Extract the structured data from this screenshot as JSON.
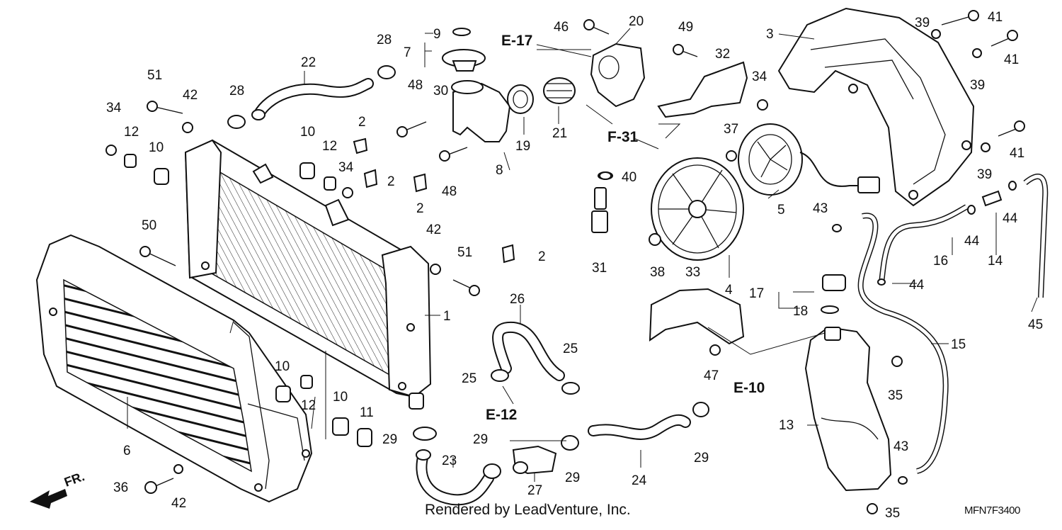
{
  "credit": "Rendered by LeadVenture, Inc.",
  "drawing_code": "MFN7F3400",
  "front_label": "FR.",
  "refs": {
    "e17": "E-17",
    "f31": "F-31",
    "e12": "E-12",
    "e10": "E-10"
  },
  "callouts": {
    "c1": "1",
    "c2a": "2",
    "c2b": "2",
    "c2c": "2",
    "c2d": "2",
    "c3": "3",
    "c4": "4",
    "c5": "5",
    "c6": "6",
    "c7": "7",
    "c8": "8",
    "c9": "9",
    "c10a": "10",
    "c10b": "10",
    "c10c": "10",
    "c10d": "10",
    "c11": "11",
    "c12a": "12",
    "c12b": "12",
    "c12c": "12",
    "c13": "13",
    "c14": "14",
    "c15": "15",
    "c16": "16",
    "c17": "17",
    "c18": "18",
    "c19": "19",
    "c20": "20",
    "c21": "21",
    "c22": "22",
    "c23": "23",
    "c24": "24",
    "c25a": "25",
    "c25b": "25",
    "c26": "26",
    "c27": "27",
    "c28a": "28",
    "c28b": "28",
    "c29a": "29",
    "c29b": "29",
    "c29c": "29",
    "c29d": "29",
    "c30": "30",
    "c31": "31",
    "c32": "32",
    "c33": "33",
    "c34a": "34",
    "c34b": "34",
    "c34c": "34",
    "c35a": "35",
    "c35b": "35",
    "c36": "36",
    "c37": "37",
    "c38": "38",
    "c39a": "39",
    "c39b": "39",
    "c39c": "39",
    "c40": "40",
    "c41a": "41",
    "c41b": "41",
    "c41c": "41",
    "c42a": "42",
    "c42b": "42",
    "c42c": "42",
    "c43a": "43",
    "c43b": "43",
    "c44a": "44",
    "c44b": "44",
    "c44c": "44",
    "c45": "45",
    "c46": "46",
    "c47": "47",
    "c48a": "48",
    "c48b": "48",
    "c49": "49",
    "c50": "50",
    "c51a": "51",
    "c51b": "51"
  }
}
